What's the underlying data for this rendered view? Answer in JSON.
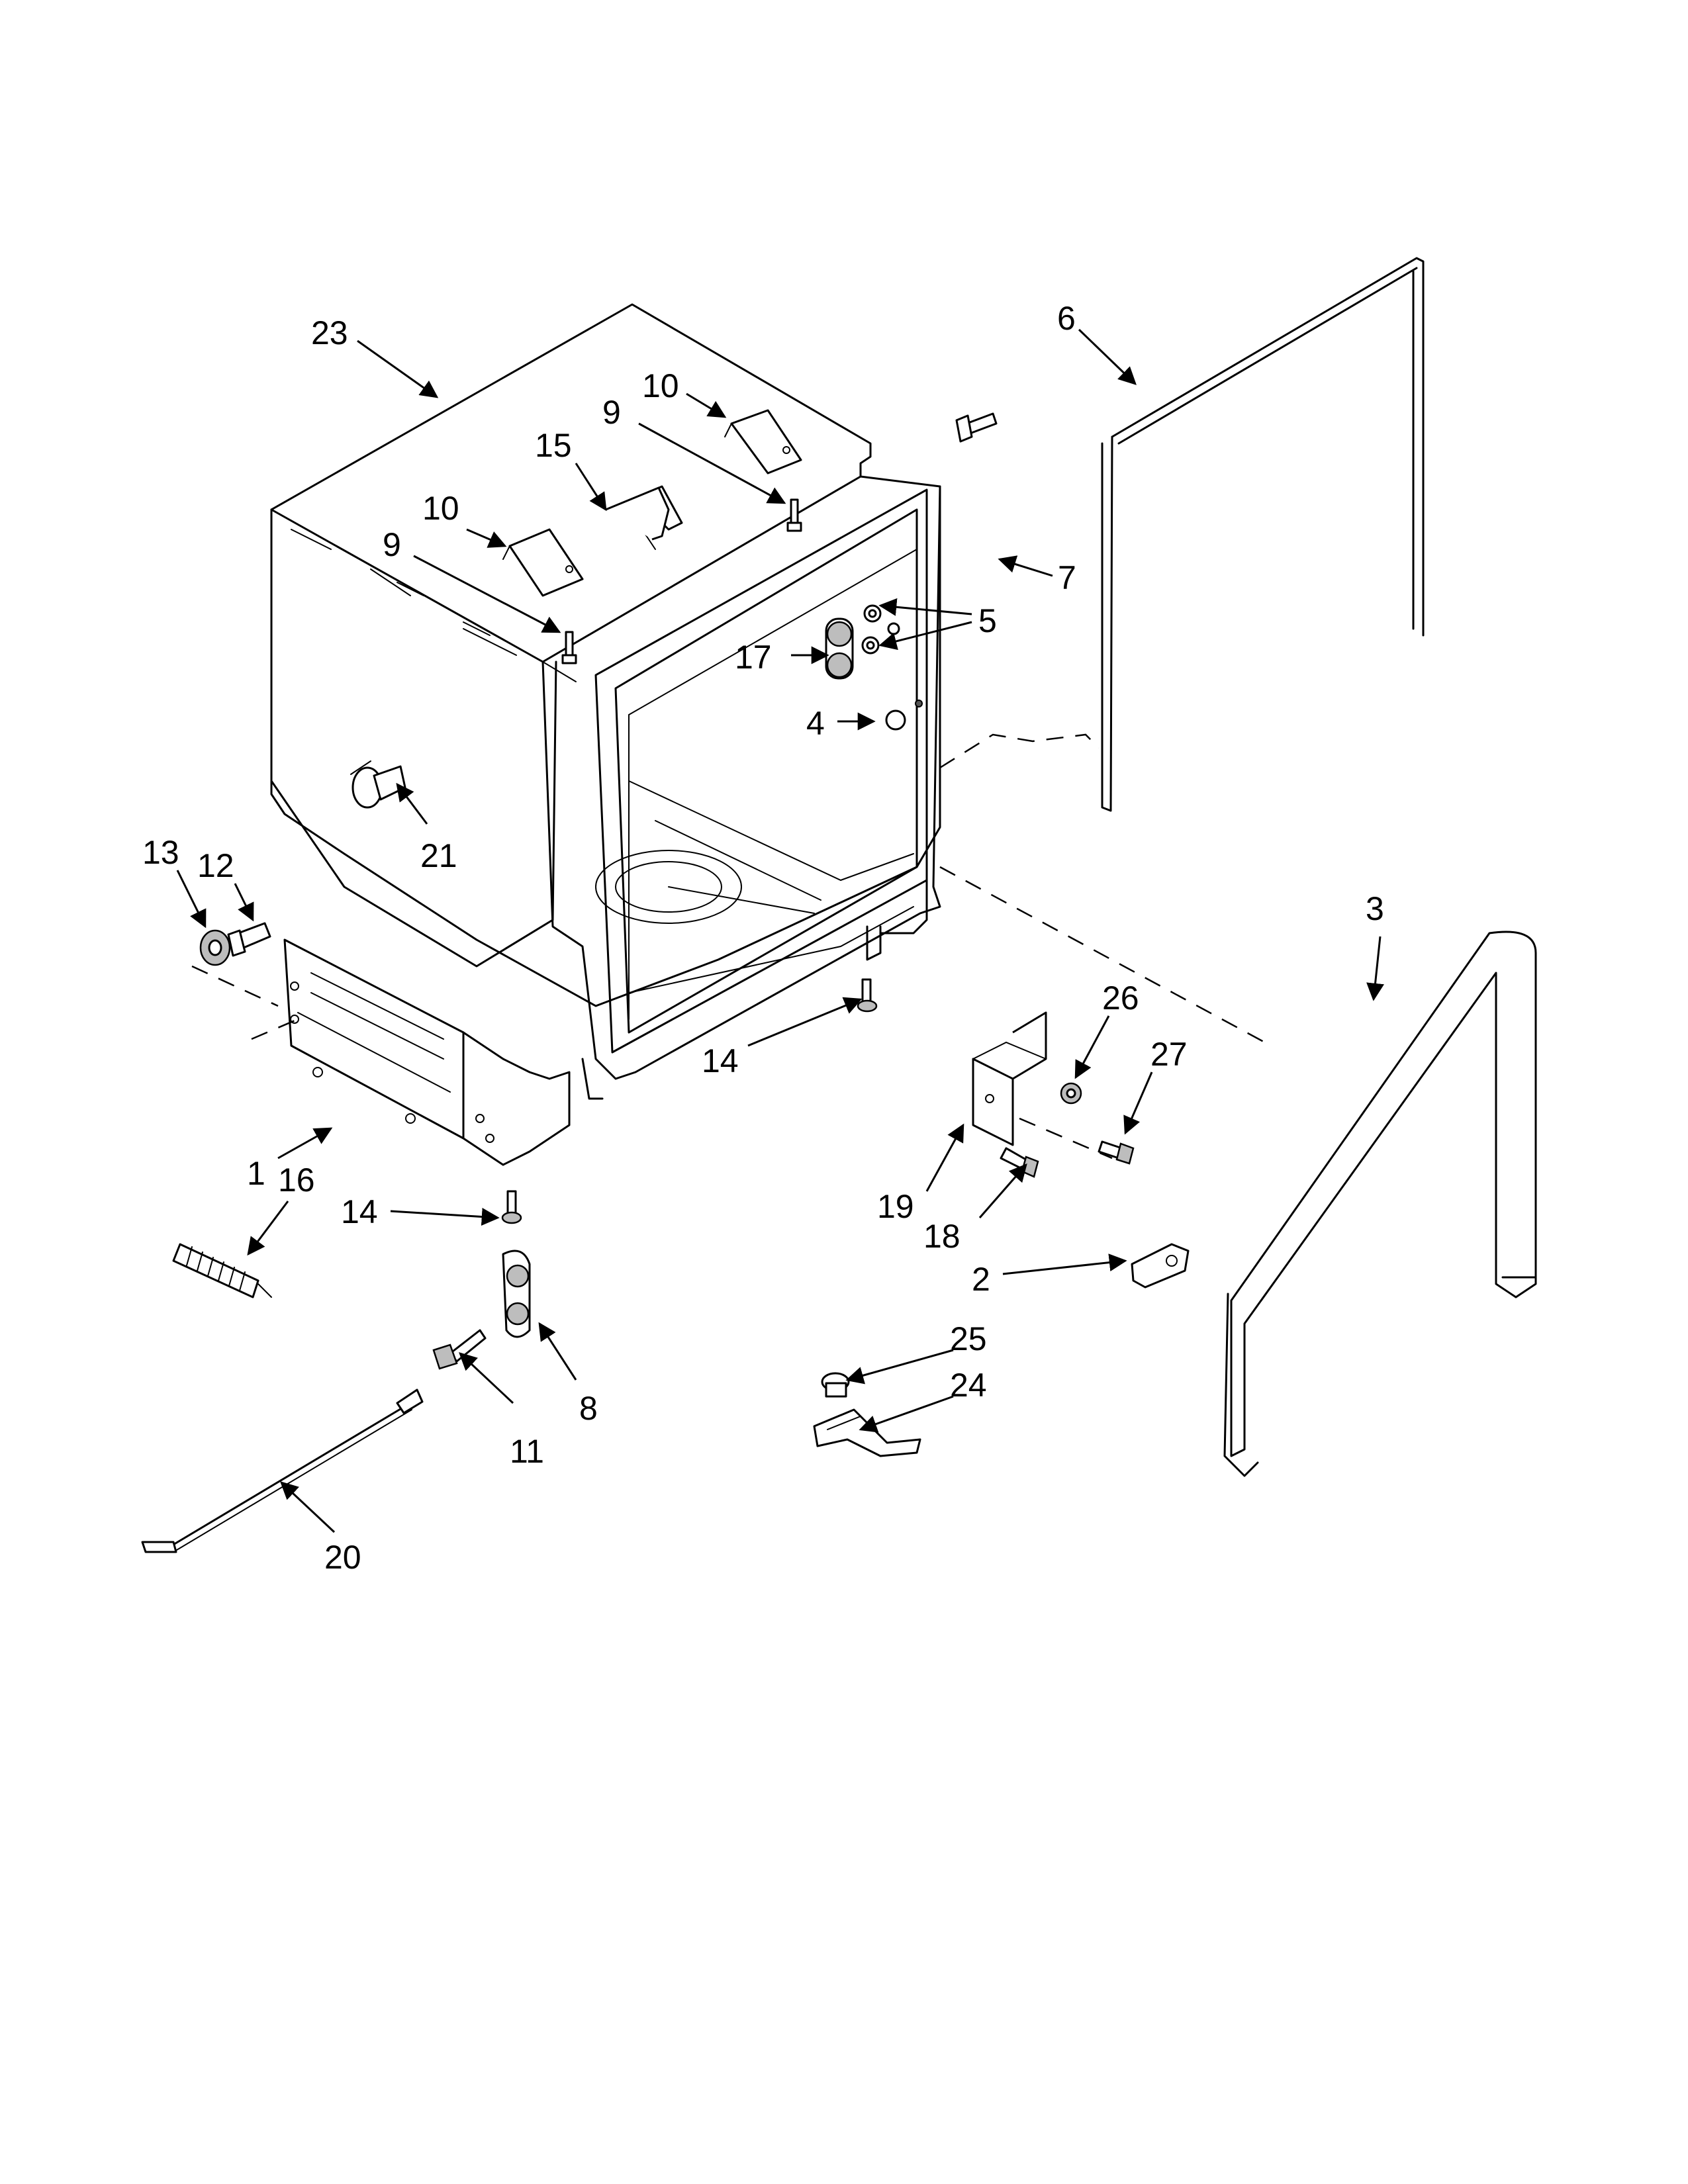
{
  "callouts": {
    "c1": "1",
    "c2": "2",
    "c3": "3",
    "c4": "4",
    "c5": "5",
    "c6": "6",
    "c7": "7",
    "c8": "8",
    "c9a": "9",
    "c9b": "9",
    "c10a": "10",
    "c10b": "10",
    "c11": "11",
    "c12": "12",
    "c13": "13",
    "c14a": "14",
    "c14b": "14",
    "c15": "15",
    "c16": "16",
    "c17": "17",
    "c18": "18",
    "c19": "19",
    "c20": "20",
    "c21": "21",
    "c23": "23",
    "c24": "24",
    "c25": "25",
    "c26": "26",
    "c27": "27"
  }
}
